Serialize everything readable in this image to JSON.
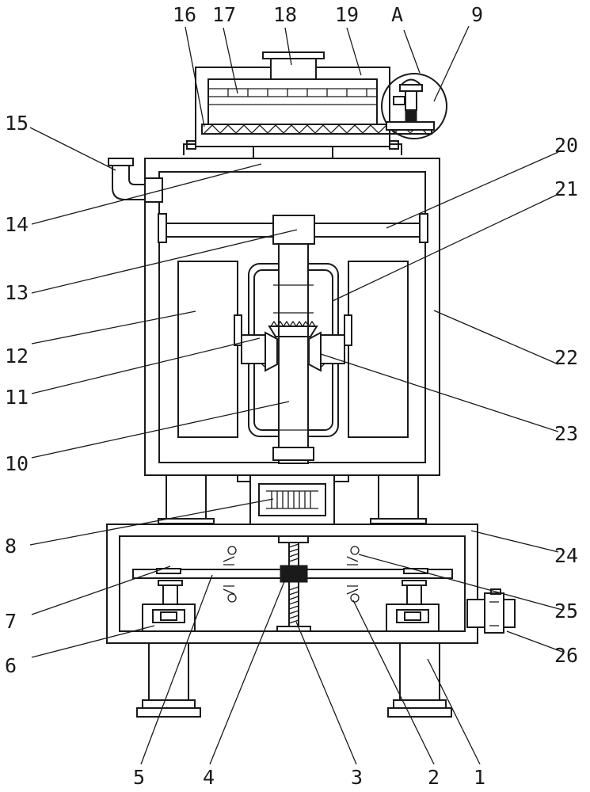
{
  "labels": {
    "l1": "1",
    "l2": "2",
    "l3": "3",
    "l4": "4",
    "l5": "5",
    "l6": "6",
    "l7": "7",
    "l8": "8",
    "l9": "9",
    "l10": "10",
    "l11": "11",
    "l12": "12",
    "l13": "13",
    "l14": "14",
    "l15": "15",
    "l16": "16",
    "l17": "17",
    "l18": "18",
    "l19": "19",
    "lA": "A",
    "l20": "20",
    "l21": "21",
    "l22": "22",
    "l23": "23",
    "l24": "24",
    "l25": "25",
    "l26": "26"
  }
}
